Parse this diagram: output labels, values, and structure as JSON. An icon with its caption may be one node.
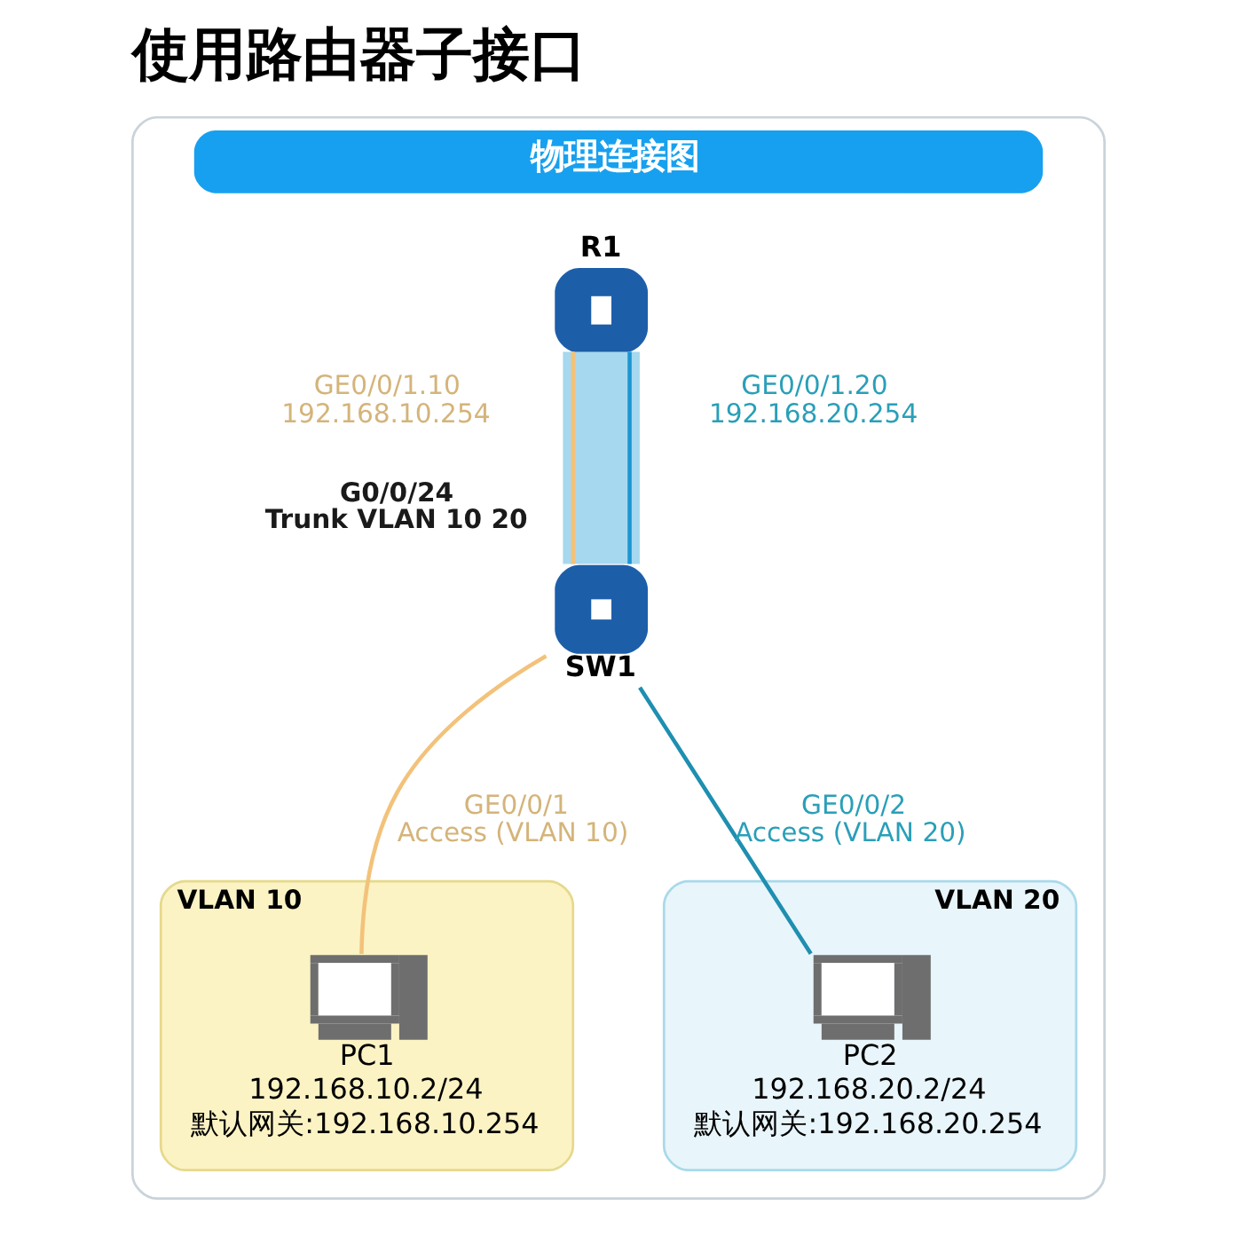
{
  "diagram": {
    "title": "使用路由器子接口",
    "nodes": [
      {
        "text": [
          "物理连接图"
        ]
      },
      {
        "text": [
          "R1"
        ],
        "in": 0
      },
      {
        "text": [
          "SW1"
        ],
        "in": 0
      },
      {
        "text": [
          "VLAN 10"
        ],
        "in": 0
      },
      {
        "text": [
          "PC1",
          "192.168.10.2/24",
          "默认网关:192.168.10.254"
        ],
        "in": 3
      },
      {
        "text": [
          "VLAN 20"
        ],
        "in": 0
      },
      {
        "text": [
          "PC2",
          "192.168.20.2/24",
          "默认网关:192.168.20.254"
        ],
        "in": 5
      }
    ],
    "edges": [
      {
        "from": 1,
        "to": 2,
        "arrow": "none",
        "label": "G0/0/24 Trunk VLAN 10 20",
        "style": "thick",
        "color": "#a6d8ef"
      },
      {
        "from": 1,
        "to": 2,
        "arrow": "none",
        "label": "GE0/0/1.10 192.168.10.254",
        "color": "#f3c27a"
      },
      {
        "from": 1,
        "to": 2,
        "arrow": "none",
        "label": "GE0/0/1.20 192.168.20.254",
        "color": "#1b95d2"
      },
      {
        "from": 2,
        "to": 4,
        "arrow": "none",
        "label": "GE0/0/1 Access (VLAN 10)",
        "color": "#f3c27a"
      },
      {
        "from": 2,
        "to": 6,
        "arrow": "none",
        "label": "GE0/0/2 Access (VLAN 20)",
        "color": "#1e8fb0"
      }
    ]
  }
}
